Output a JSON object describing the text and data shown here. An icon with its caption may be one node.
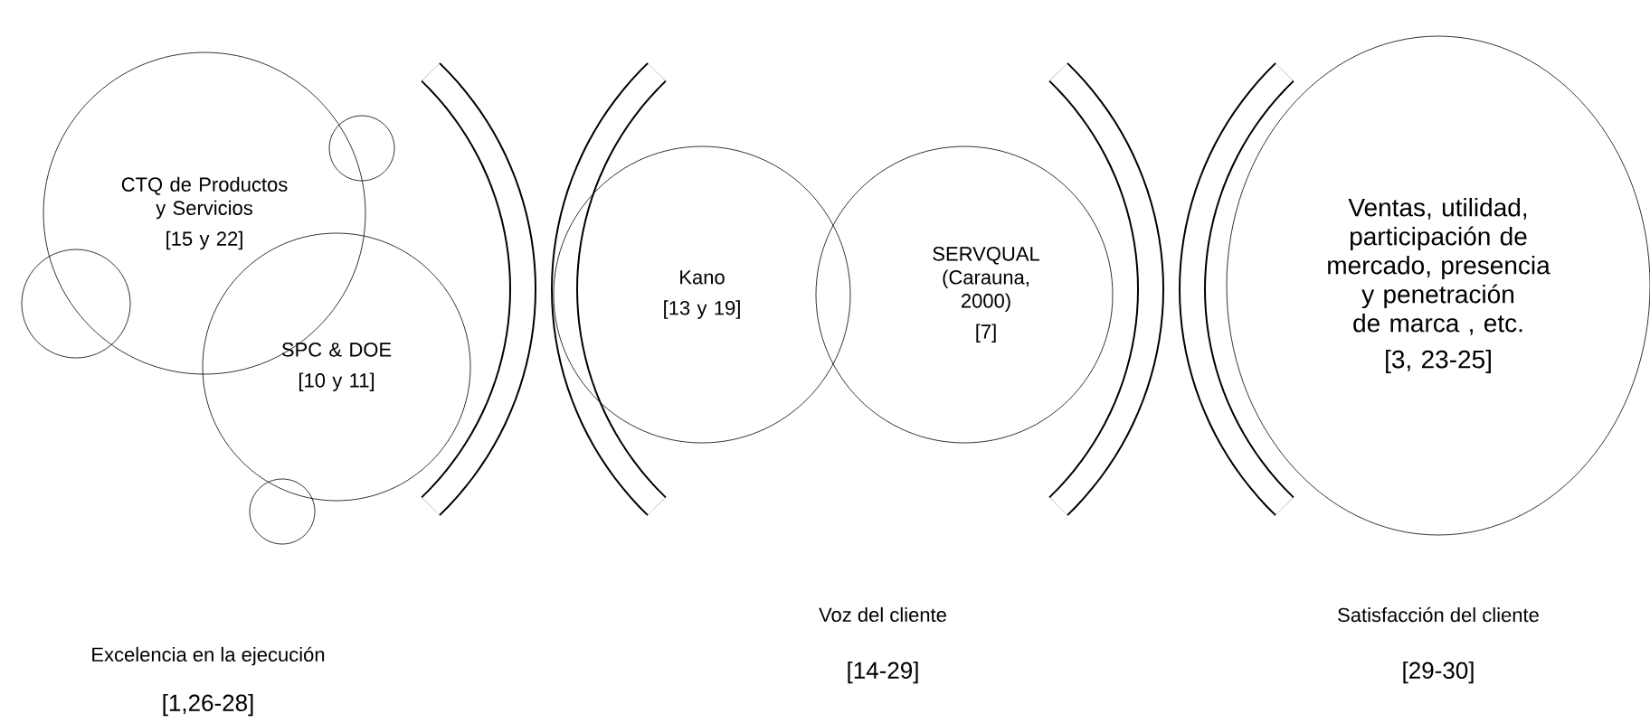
{
  "diagram": {
    "nodes": [
      {
        "text": [
          "CTQ de Productos y Servicios",
          "[15 y 22]"
        ]
      },
      {
        "text": [
          "SPC & DOE",
          "[10 y 11]"
        ]
      },
      {
        "text": [],
        "shape": "circle"
      },
      {
        "text": [],
        "shape": "circle"
      },
      {
        "text": [],
        "shape": "circle"
      },
      {
        "text": [
          "Kano",
          "[13 y 19]"
        ]
      },
      {
        "text": [
          "SERVQUAL (Carauna, 2000)",
          "[7]"
        ]
      },
      {
        "text": [
          "Ventas, utilidad, participación de mercado, presencia y penetración de marca , etc.",
          "[3, 23-25]"
        ]
      }
    ],
    "labels": [
      "Voz del cliente",
      "Satisfacción del cliente",
      "Excelencia en la ejecución",
      "[14-29]",
      "[29-30]",
      "[1,26-28]"
    ]
  }
}
